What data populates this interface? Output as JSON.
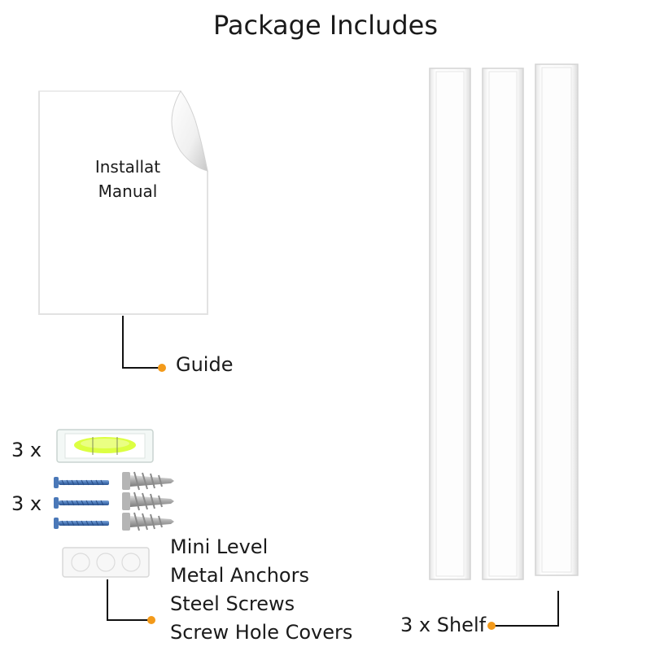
{
  "title": "Package Includes",
  "manual": {
    "cover_line1": "Installat",
    "cover_line2": "Manual",
    "label": "Guide"
  },
  "quantities": {
    "level": "3 x",
    "hardware": "3 x"
  },
  "hardware_list": [
    "Mini Level",
    "Metal Anchors",
    "Steel Screws",
    "Screw Hole Covers"
  ],
  "shelf_label": "3 x Shelf",
  "colors": {
    "accent_dot": "#f39a1a",
    "leader_line": "#111111",
    "level_vial": "#d8ff2e"
  },
  "icons": [
    "manual-booklet",
    "shelf-rail",
    "mini-level",
    "steel-screw",
    "metal-anchor",
    "screw-hole-covers"
  ]
}
